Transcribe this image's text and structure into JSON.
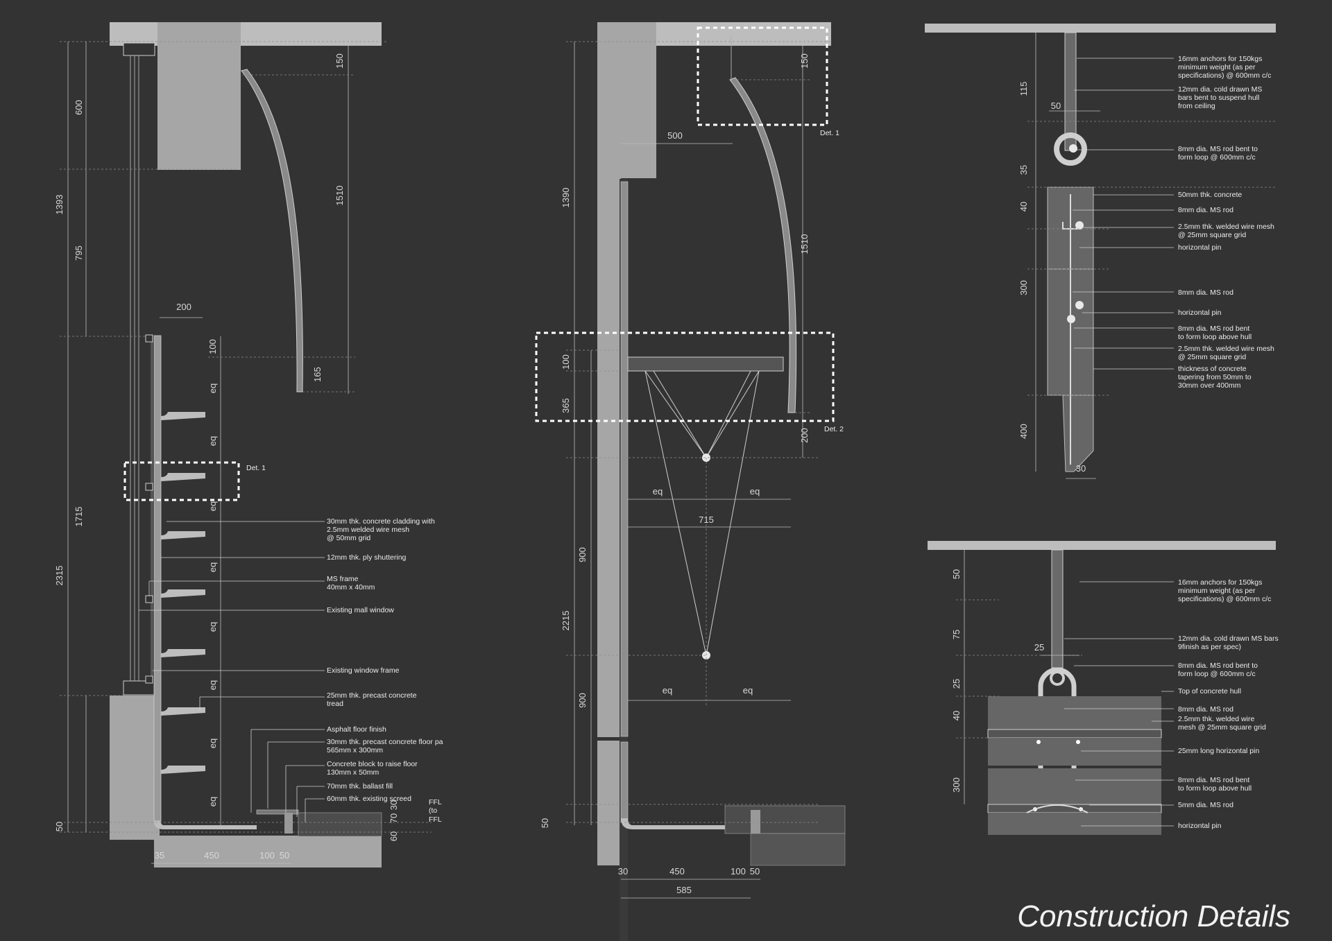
{
  "title": "Construction Details",
  "section1": {
    "vertical_dims": [
      "1393",
      "600",
      "795",
      "2315",
      "1715",
      "50"
    ],
    "right_dims": [
      "150",
      "1510",
      "165"
    ],
    "eq_label": "eq",
    "top_dims": [
      "200",
      "100"
    ],
    "bottom_dims": [
      "35",
      "450",
      "100",
      "50"
    ],
    "floor_dims": [
      "60",
      "70",
      "30"
    ],
    "detail_tag": "Det. 1",
    "ffl_labels": [
      "FFL",
      "(to",
      "FFL"
    ],
    "notes": [
      "30mm thk. concrete cladding with",
      "2.5mm welded wire mesh",
      "@ 50mm grid",
      "12mm thk. ply shuttering",
      "MS frame",
      "40mm x 40mm",
      "Existing mall window",
      "Existing window frame",
      "25mm thk. precast concrete",
      "tread",
      "Asphalt floor finish",
      "30mm thk. precast concrete floor pa",
      "565mm x 300mm",
      "Concrete block to raise floor",
      "130mm x 50mm",
      "70mm thk. ballast fill",
      "60mm thk. existing screed"
    ]
  },
  "section2": {
    "vertical_dims": [
      "1390",
      "100",
      "365",
      "2215",
      "900",
      "900",
      "50"
    ],
    "right_dims": [
      "150",
      "1510",
      "200"
    ],
    "top_dim": "500",
    "span_dim": "715",
    "eq_label": "eq",
    "bottom_dims": [
      "30",
      "450",
      "100",
      "50"
    ],
    "total_dim": "585",
    "detail_tags": [
      "Det. 1",
      "Det. 2"
    ]
  },
  "detail1": {
    "dims": [
      "115",
      "50",
      "35",
      "40",
      "300",
      "400",
      "30"
    ],
    "notes": [
      "16mm anchors for 150kgs",
      "minimum weight (as per",
      "specifications) @ 600mm c/c",
      "12mm dia. cold drawn MS",
      "bars bent to suspend hull",
      "from ceiling",
      "8mm dia. MS rod bent to",
      "form loop @ 600mm c/c",
      "50mm thk. concrete",
      "8mm dia. MS rod",
      "2.5mm thk. welded wire mesh",
      "@ 25mm square grid",
      "horizontal pin",
      "8mm dia. MS rod",
      "horizontal pin",
      "8mm dia. MS rod bent",
      "to form loop above hull",
      "2.5mm thk. welded wire mesh",
      "@ 25mm square grid",
      "thickness of concrete",
      "tapering from 50mm to",
      "30mm over 400mm"
    ]
  },
  "detail2": {
    "dims": [
      "50",
      "75",
      "25",
      "25",
      "40",
      "300"
    ],
    "notes": [
      "16mm anchors for 150kgs",
      "minimum weight (as per",
      "specifications) @ 600mm c/c",
      "12mm dia. cold drawn MS bars",
      "9finish as per spec)",
      "8mm dia. MS rod bent to",
      "form loop @ 600mm c/c",
      "Top of concrete hull",
      "8mm dia. MS rod",
      "2.5mm thk. welded wire",
      "mesh @ 25mm square grid",
      "25mm long horizontal pin",
      "8mm dia. MS rod bent",
      "to form loop above hull",
      "5mm dia. MS rod",
      "horizontal pin"
    ]
  },
  "colors": {
    "background": "#333333",
    "fill_light": "#a6a6a6",
    "line": "#d8d8d8",
    "highlight": "#ffffff"
  }
}
